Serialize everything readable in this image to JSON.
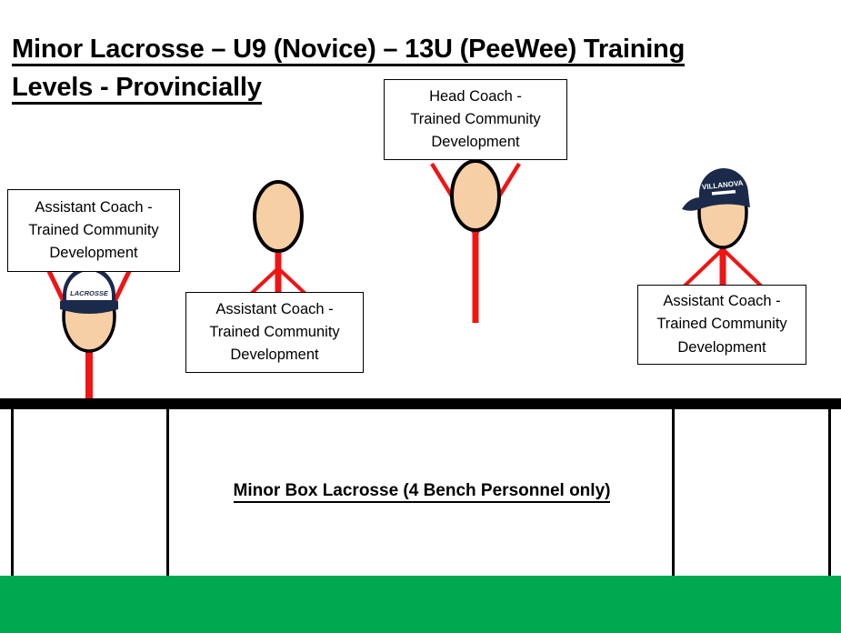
{
  "page": {
    "title_line1": "Minor Lacrosse – U9 (Novice) – 13U (PeeWee) Training",
    "title_line2": "Levels - Provincially",
    "background_color": "#FFFFFF"
  },
  "colors": {
    "body_red": "#F01414",
    "skin": "#F7CFA5",
    "outline_black": "#000000",
    "cap_navy": "#1B2A4A",
    "cap_white": "#FFFFFF",
    "turf_green": "#00A94F",
    "box_border": "#000000"
  },
  "labels": [
    {
      "id": "assistant-coach-left",
      "line1": "Assistant Coach -",
      "line2": "Trained Community",
      "line3": "Development",
      "text": "Assistant Coach - Trained Community Development"
    },
    {
      "id": "assistant-coach-mid",
      "line1": "Assistant Coach -",
      "line2": "Trained Community",
      "line3": "Development",
      "text": "Assistant Coach - Trained Community Development"
    },
    {
      "id": "head-coach",
      "line1": "Head Coach -",
      "line2": "Trained Community",
      "line3": "Development",
      "text": "Head Coach - Trained Community Development"
    },
    {
      "id": "assistant-coach-right",
      "line1": "Assistant Coach -",
      "line2": "Trained Community",
      "line3": "Development",
      "text": "Assistant Coach - Trained Community Development"
    }
  ],
  "figures": [
    {
      "id": "figure-1",
      "role": "Assistant Coach",
      "headwear": "white-lacrosse-cap",
      "cap_text": "LACROSSE",
      "arms": "raised-v"
    },
    {
      "id": "figure-2",
      "role": "Assistant Coach",
      "headwear": "none",
      "cap_text": "",
      "arms": "down-v"
    },
    {
      "id": "figure-3",
      "role": "Head Coach",
      "headwear": "none",
      "cap_text": "",
      "arms": "raised-v"
    },
    {
      "id": "figure-4",
      "role": "Assistant Coach",
      "headwear": "navy-villanova-cap",
      "cap_text": "VILLANOVA",
      "arms": "down-v"
    }
  ],
  "bench": {
    "caption": "Minor Box Lacrosse (4 Bench Personnel only)",
    "personnel_count": 4,
    "section_count": 3
  }
}
